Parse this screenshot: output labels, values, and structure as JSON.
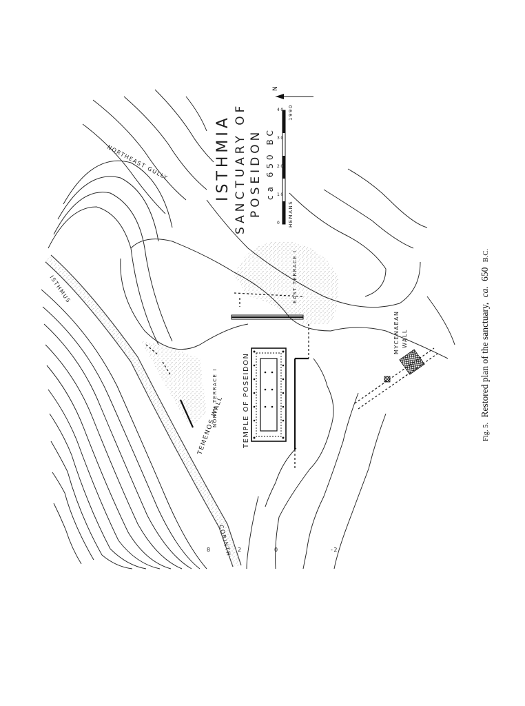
{
  "map": {
    "title_line1": "ISTHMIA",
    "title_line2": "SANCTUARY OF",
    "title_line3": "POSEIDON",
    "title_line4": "ca 650 BC",
    "labels": {
      "temple": "TEMPLE OF POSEIDON",
      "temenos_wall": "TEMENOS WALL",
      "north_terrace": "NORTH TERRACE I",
      "east_terrace": "EAST TERRACE I",
      "northeast_gully": "NORTHEAST GULLY",
      "mycenaean_wall_1": "MYCENAEAN",
      "mycenaean_wall_2": "WALL",
      "isthmus": "ISTHMUS",
      "corinth": "CORINTH"
    },
    "contour_values": [
      "8",
      "2",
      "0",
      "-2"
    ],
    "scale_bar": {
      "ticks": [
        "0",
        "10",
        "20",
        "30",
        "40"
      ],
      "credit": "HEMANS",
      "year": "1990"
    },
    "north_arrow": "N",
    "colors": {
      "ink": "#222222",
      "stipple": "#9a9a9a",
      "paper": "#ffffff"
    }
  },
  "caption": {
    "prefix": "Fig. 5.",
    "text": "Restored plan of the sanctuary,",
    "italic": "ca.",
    "date": "650",
    "era": "B.C."
  }
}
